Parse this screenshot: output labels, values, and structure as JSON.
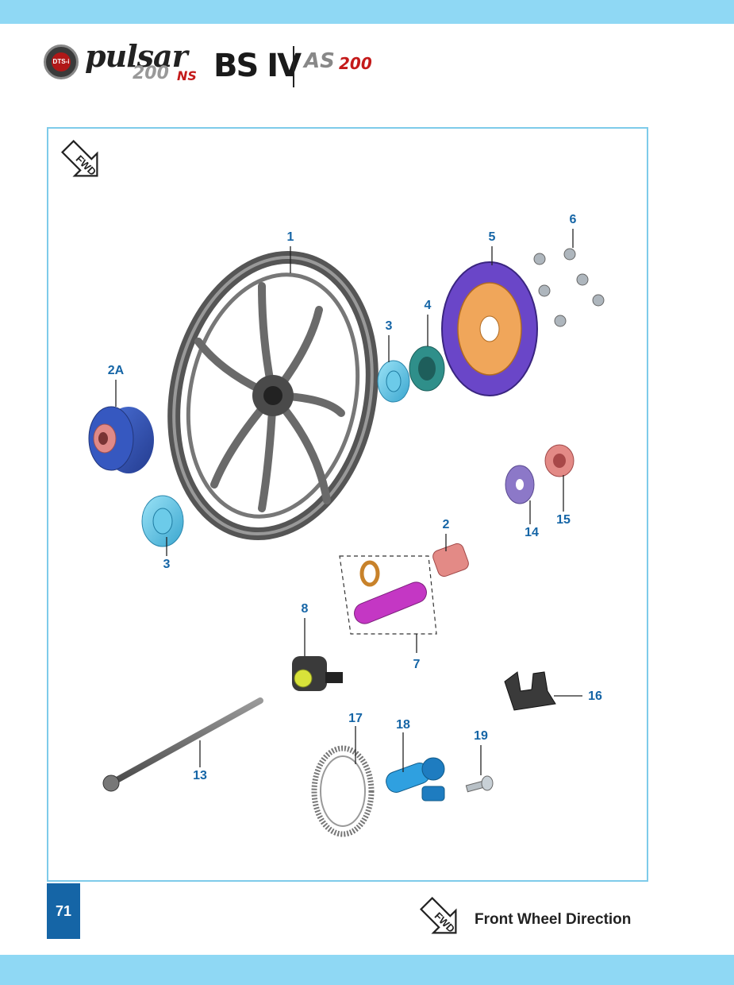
{
  "header": {
    "badge_text": "DTS-i",
    "brand": "pulsar",
    "model_number": "200",
    "model_suffix": "NS",
    "emission_norm": "BS IV",
    "abs_prefix": "AS",
    "abs_model": "200"
  },
  "fwd_label": "FWD",
  "parts": [
    {
      "label": "1"
    },
    {
      "label": "2A"
    },
    {
      "label": "3"
    },
    {
      "label": "3"
    },
    {
      "label": "4"
    },
    {
      "label": "5"
    },
    {
      "label": "6"
    },
    {
      "label": "2"
    },
    {
      "label": "7"
    },
    {
      "label": "8"
    },
    {
      "label": "13"
    },
    {
      "label": "14"
    },
    {
      "label": "15"
    },
    {
      "label": "16"
    },
    {
      "label": "17"
    },
    {
      "label": "18"
    },
    {
      "label": "19"
    }
  ],
  "footer": {
    "page_number": "71",
    "legend": "Front Wheel Direction"
  },
  "colors": {
    "top_bar": "#8fd8f4",
    "frame_border": "#7ecbea",
    "callout": "#1565a6",
    "page_badge": "#1565a6"
  }
}
